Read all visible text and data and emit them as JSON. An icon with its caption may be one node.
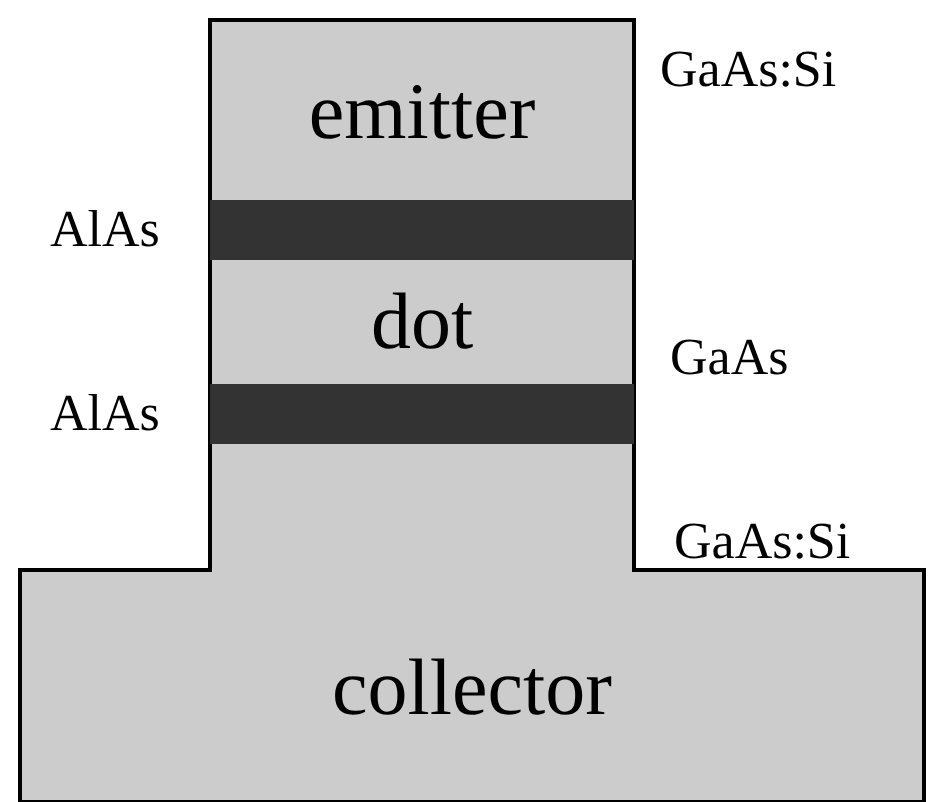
{
  "diagram": {
    "nodes": [
      {
        "text": [
          "emitter"
        ]
      },
      {
        "text": [
          "AlAs"
        ]
      },
      {
        "text": [
          "dot"
        ]
      },
      {
        "text": [
          "AlAs"
        ]
      },
      {
        "text": [
          "collector"
        ]
      }
    ],
    "labels": [
      "GaAs:Si",
      "GaAs",
      "GaAs:Si"
    ]
  }
}
